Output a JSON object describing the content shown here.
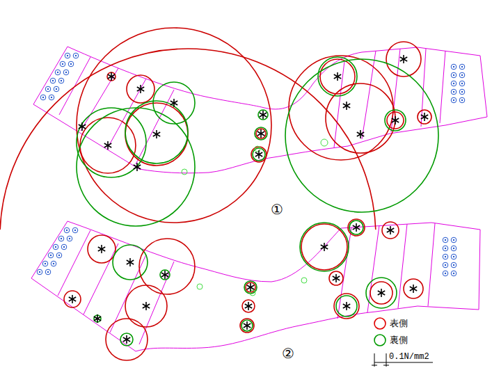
{
  "diagram": {
    "labels": [
      "①",
      "②",
      "0.1N/mm2"
    ],
    "legend": [
      {
        "text": "表側",
        "color": "#e00000"
      },
      {
        "text": "裏側",
        "color": "#009a00"
      }
    ]
  }
}
